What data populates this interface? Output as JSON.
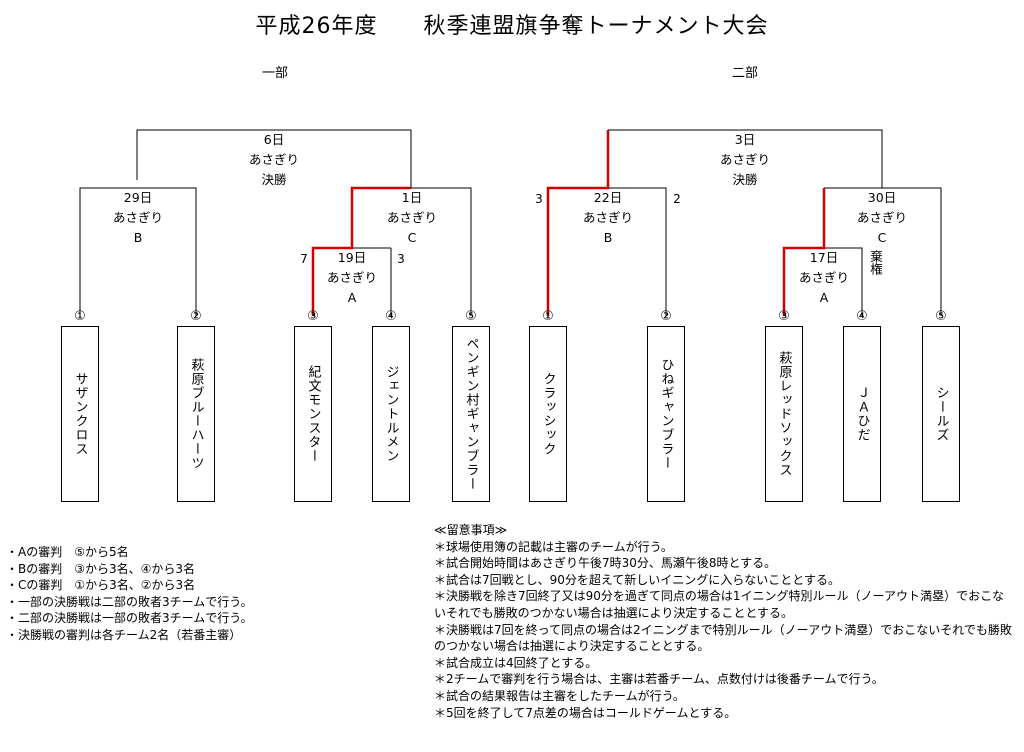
{
  "title": "平成26年度　　秋季連盟旗争奪トーナメント大会",
  "division1": {
    "label": "一部",
    "final": {
      "date": "6日",
      "venue": "あさぎり",
      "round": "決勝"
    },
    "gameB": {
      "date": "29日",
      "venue": "あさぎり",
      "round": "B"
    },
    "gameC": {
      "date": "1日",
      "venue": "あさぎり",
      "round": "C"
    },
    "gameA": {
      "date": "19日",
      "venue": "あさぎり",
      "round": "A",
      "score_left": "7",
      "score_right": "3"
    },
    "teams": [
      {
        "seed": "①",
        "name": "サザンクロス"
      },
      {
        "seed": "②",
        "name": "萩原ブルーハーツ"
      },
      {
        "seed": "③",
        "name": "紀文モンスター"
      },
      {
        "seed": "④",
        "name": "ジェントルメン"
      },
      {
        "seed": "⑤",
        "name": "ペンギン村ギャンブラー"
      }
    ]
  },
  "division2": {
    "label": "二部",
    "final": {
      "date": "3日",
      "venue": "あさぎり",
      "round": "決勝"
    },
    "gameB": {
      "date": "22日",
      "venue": "あさぎり",
      "round": "B",
      "score_left": "3",
      "score_right": "2"
    },
    "gameC": {
      "date": "30日",
      "venue": "あさぎり",
      "round": "C"
    },
    "gameA": {
      "date": "17日",
      "venue": "あさぎり",
      "round": "A",
      "forfeit": "棄権"
    },
    "teams": [
      {
        "seed": "①",
        "name": "クラッシック"
      },
      {
        "seed": "②",
        "name": "ひねギャンブラー"
      },
      {
        "seed": "③",
        "name": "萩原レッドソックス"
      },
      {
        "seed": "④",
        "name": "ＪＡひだ"
      },
      {
        "seed": "⑤",
        "name": "シールズ"
      }
    ]
  },
  "umpires": [
    "・Aの審判　⑤から5名",
    "・Bの審判　③から3名、④から3名",
    "・Cの審判　①から3名、②から3名",
    "・一部の決勝戦は二部の敗者3チームで行う。",
    "・二部の決勝戦は一部の敗者3チームで行う。",
    "・決勝戦の審判は各チーム2名（若番主審）"
  ],
  "notes": {
    "heading": "≪留意事項≫",
    "items": [
      "＊球場使用簿の記載は主審のチームが行う。",
      "＊試合開始時間はあさぎり午後7時30分、馬瀬午後8時とする。",
      "＊試合は7回戦とし、90分を超えて新しいイニングに入らないこととする。",
      "＊決勝戦を除き7回終了又は90分を過ぎて同点の場合は1イニング特別ルール（ノーアウト満塁）でおこないそれでも勝敗のつかない場合は抽選により決定することとする。",
      "＊決勝戦は7回を終って同点の場合は2イニングまで特別ルール（ノーアウト満塁）でおこないそれでも勝敗のつかない場合は抽選により決定することとする。",
      "＊試合成立は4回終了とする。",
      "＊2チームで審判を行う場合は、主審は若番チーム、点数付けは後番チームで行う。",
      "＊試合の結果報告は主審をしたチームが行う。",
      "＊5回を終了して7点差の場合はコールドゲームとする。"
    ]
  },
  "colors": {
    "line": "#000000",
    "winner": "#d40000"
  }
}
